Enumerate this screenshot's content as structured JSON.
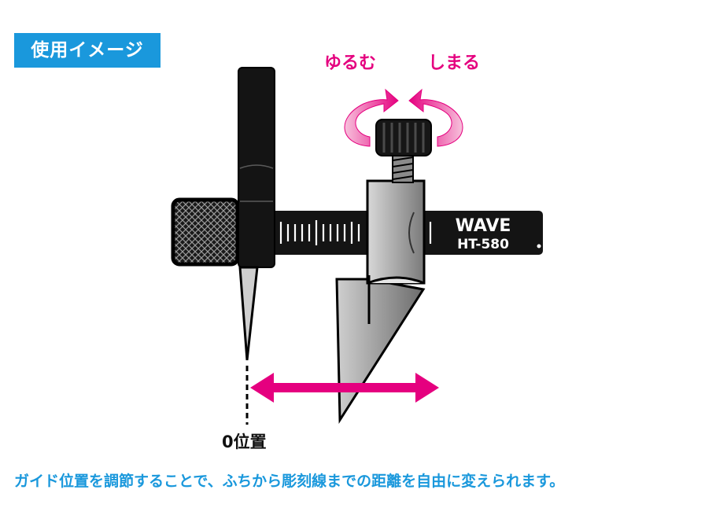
{
  "badge": {
    "label": "使用イメージ"
  },
  "rotation": {
    "loosen": "ゆるむ",
    "tighten": "しまる"
  },
  "ruler": {
    "brand": "WAVE",
    "model": "HT-580"
  },
  "zero_label": "0位置",
  "caption": "ガイド位置を調節することで、ふちから彫刻線までの距離を自由に変えられます。",
  "colors": {
    "accent_blue": "#1a98dc",
    "accent_magenta": "#e5007f",
    "tool_black": "#141414"
  }
}
